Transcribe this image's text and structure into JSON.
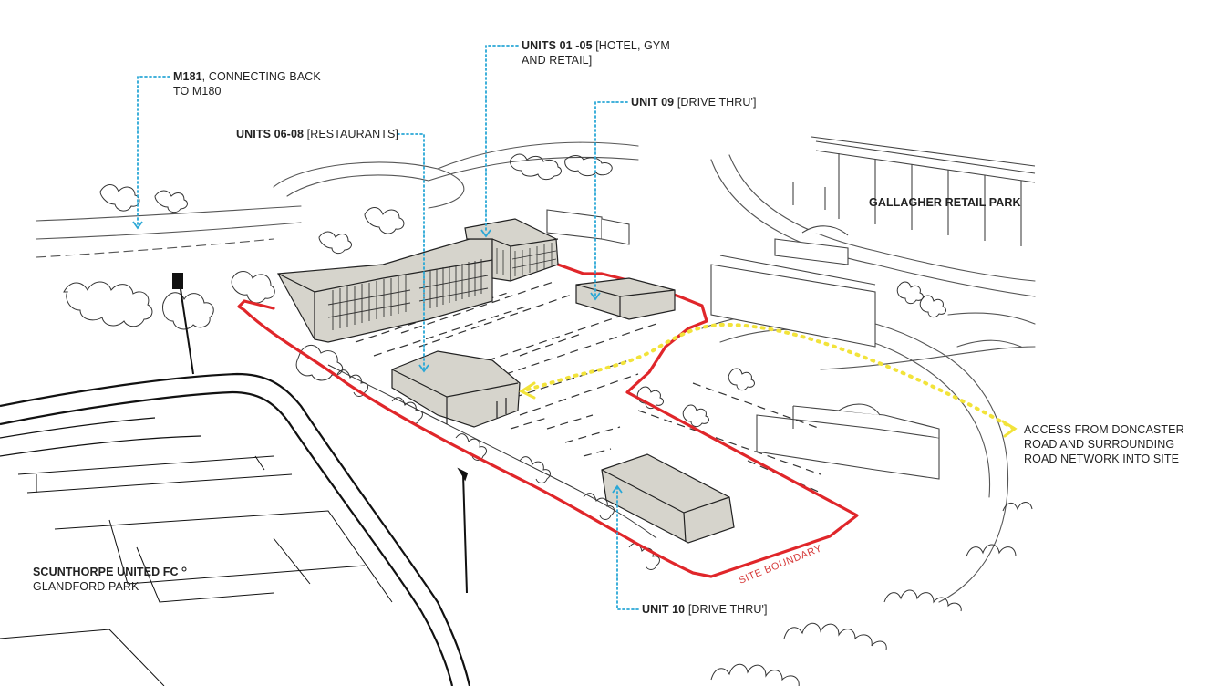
{
  "labels": {
    "m181": {
      "bold": "M181",
      "rest": ", CONNECTING BACK",
      "line2": "TO M180"
    },
    "units0105": {
      "bold": "UNITS 01 -05",
      "rest": " [HOTEL,  GYM",
      "line2": "AND RETAIL]"
    },
    "unit09": {
      "bold": "UNIT 09",
      "rest": " [DRIVE THRU']"
    },
    "units0608": {
      "bold": "UNITS 06-08",
      "rest": " [RESTAURANTS]"
    },
    "gallagher": {
      "bold": "GALLAGHER RETAIL PARK"
    },
    "access": {
      "line1": "ACCESS FROM DONCASTER",
      "line2": "ROAD AND SURROUNDING",
      "line3": "ROAD NETWORK INTO SITE"
    },
    "scunthorpe": {
      "bold": "SCUNTHORPE UNITED FC",
      "line2": "GLANDFORD PARK"
    },
    "unit10": {
      "bold": "UNIT 10",
      "rest": " [DRIVE THRU']"
    },
    "site_boundary": "SITE BOUNDARY"
  },
  "colors": {
    "callout": "#2aa7d6",
    "boundary": "#e0262a",
    "access": "#f2e33a",
    "building_fill": "#d6d4cc",
    "sketch": "#3a3a3a"
  }
}
